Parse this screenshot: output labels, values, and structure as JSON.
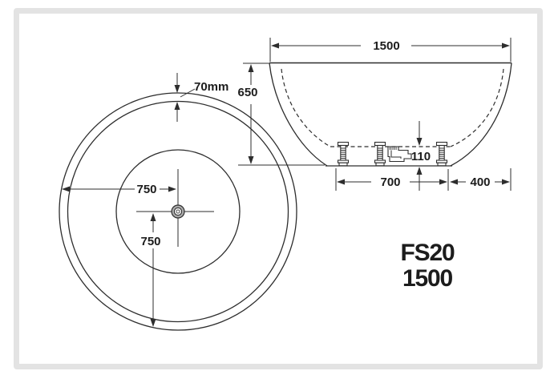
{
  "labels": {
    "model_code": "FS20",
    "model_size": "1500",
    "plan": {
      "wall_thickness": "70mm",
      "radius_horizontal": "750",
      "radius_vertical": "750"
    },
    "elevation": {
      "overall_width": "1500",
      "height": "650",
      "waste_clearance": "110",
      "base_width": "700",
      "side_overhang": "400"
    }
  },
  "colors": {
    "line": "#2d2d2d",
    "text": "#1c1c1c",
    "frame": "#e3e3e3",
    "background": "#ffffff",
    "drain_fill": "#aaaaaa"
  }
}
